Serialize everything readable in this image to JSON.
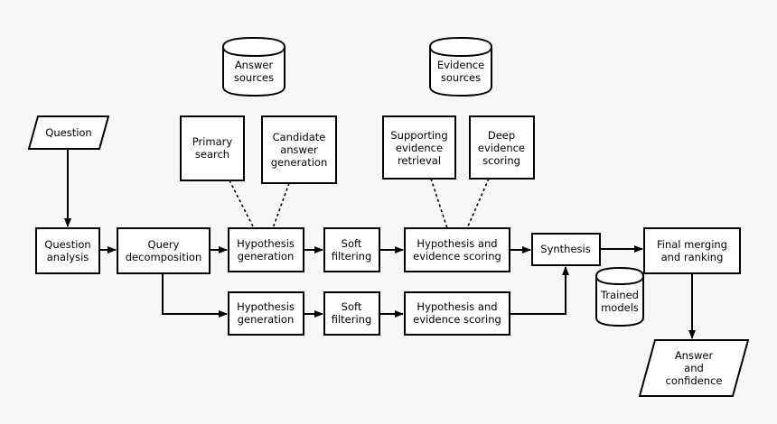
{
  "nodes": {
    "question": {
      "lines": [
        "Question"
      ]
    },
    "answer_sources": {
      "lines": [
        "Answer",
        "sources"
      ]
    },
    "evidence_sources": {
      "lines": [
        "Evidence",
        "sources"
      ]
    },
    "primary_search": {
      "lines": [
        "Primary",
        "search"
      ]
    },
    "candidate_answer_generation": {
      "lines": [
        "Candidate",
        "answer",
        "generation"
      ]
    },
    "supporting_evidence_retrieval": {
      "lines": [
        "Supporting",
        "evidence",
        "retrieval"
      ]
    },
    "deep_evidence_scoring": {
      "lines": [
        "Deep",
        "evidence",
        "scoring"
      ]
    },
    "question_analysis": {
      "lines": [
        "Question",
        "analysis"
      ]
    },
    "query_decomposition": {
      "lines": [
        "Query",
        "decomposition"
      ]
    },
    "hypothesis_generation_1": {
      "lines": [
        "Hypothesis",
        "generation"
      ]
    },
    "soft_filtering_1": {
      "lines": [
        "Soft",
        "filtering"
      ]
    },
    "hypothesis_evidence_scoring_1": {
      "lines": [
        "Hypothesis and",
        "evidence scoring"
      ]
    },
    "synthesis": {
      "lines": [
        "Synthesis"
      ]
    },
    "final_merging_ranking": {
      "lines": [
        "Final merging",
        "and ranking"
      ]
    },
    "trained_models": {
      "lines": [
        "Trained",
        "models"
      ]
    },
    "answer_confidence": {
      "lines": [
        "Answer",
        "and",
        "confidence"
      ]
    },
    "hypothesis_generation_2": {
      "lines": [
        "Hypothesis",
        "generation"
      ]
    },
    "soft_filtering_2": {
      "lines": [
        "Soft",
        "filtering"
      ]
    },
    "hypothesis_evidence_scoring_2": {
      "lines": [
        "Hypothesis and",
        "evidence scoring"
      ]
    }
  },
  "colors": {
    "stroke": "#000000",
    "fill": "#ffffff",
    "background": "#f7f7f7"
  }
}
